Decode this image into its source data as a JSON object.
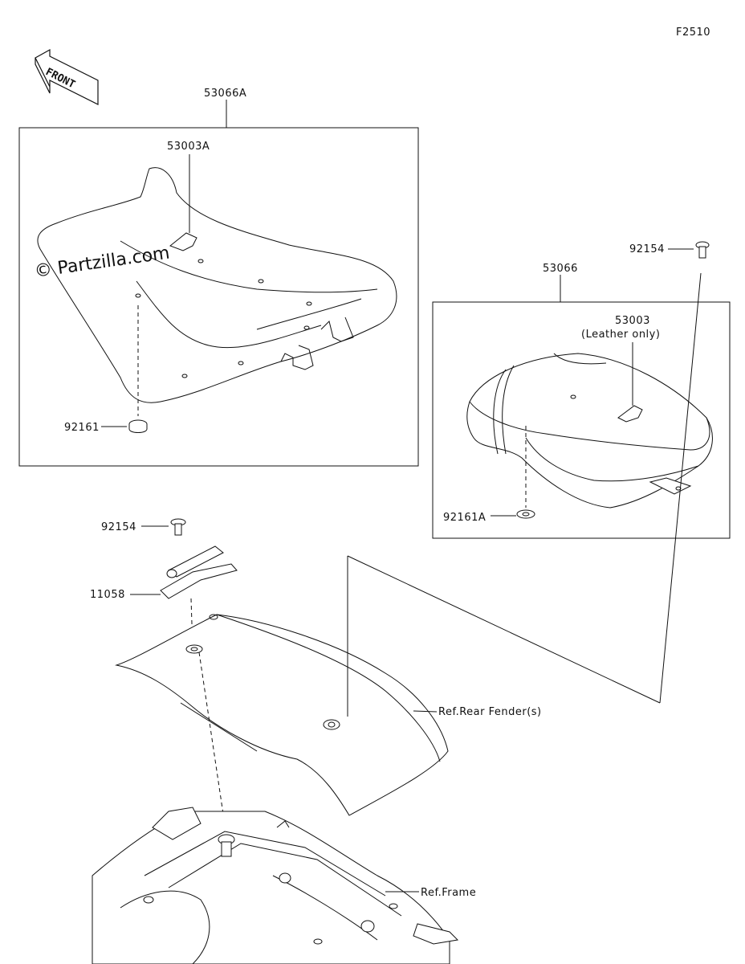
{
  "diagram_code": "F2510",
  "front_label": "FRONT",
  "watermark": "© Partzilla.com",
  "labels": {
    "seat_assy_front": "53066A",
    "strap_front": "53003A",
    "damper_front": "92161",
    "seat_assy_rear": "53066",
    "strap_rear": "53003",
    "strap_rear_note": "(Leather only)",
    "bolt_rear": "92154",
    "damper_rear": "92161A",
    "bolt_hook": "92154",
    "hook": "11058",
    "ref_rear_fender": "Ref.Rear Fender(s)",
    "ref_frame": "Ref.Frame"
  }
}
